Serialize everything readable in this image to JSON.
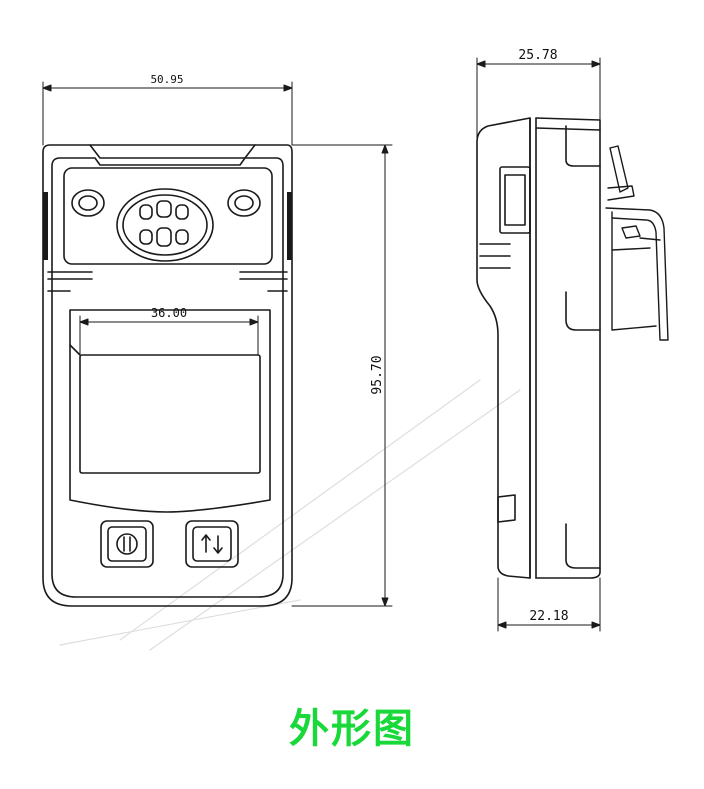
{
  "dimensions": {
    "front_width": "50.95",
    "screen_width": "36.00",
    "front_height": "95.70",
    "side_depth": "25.78",
    "side_base": "22.18"
  },
  "caption": "外形图",
  "colors": {
    "line": "#1a1a1a",
    "caption": "#19d93a",
    "watermark": "#d9d9d9"
  }
}
